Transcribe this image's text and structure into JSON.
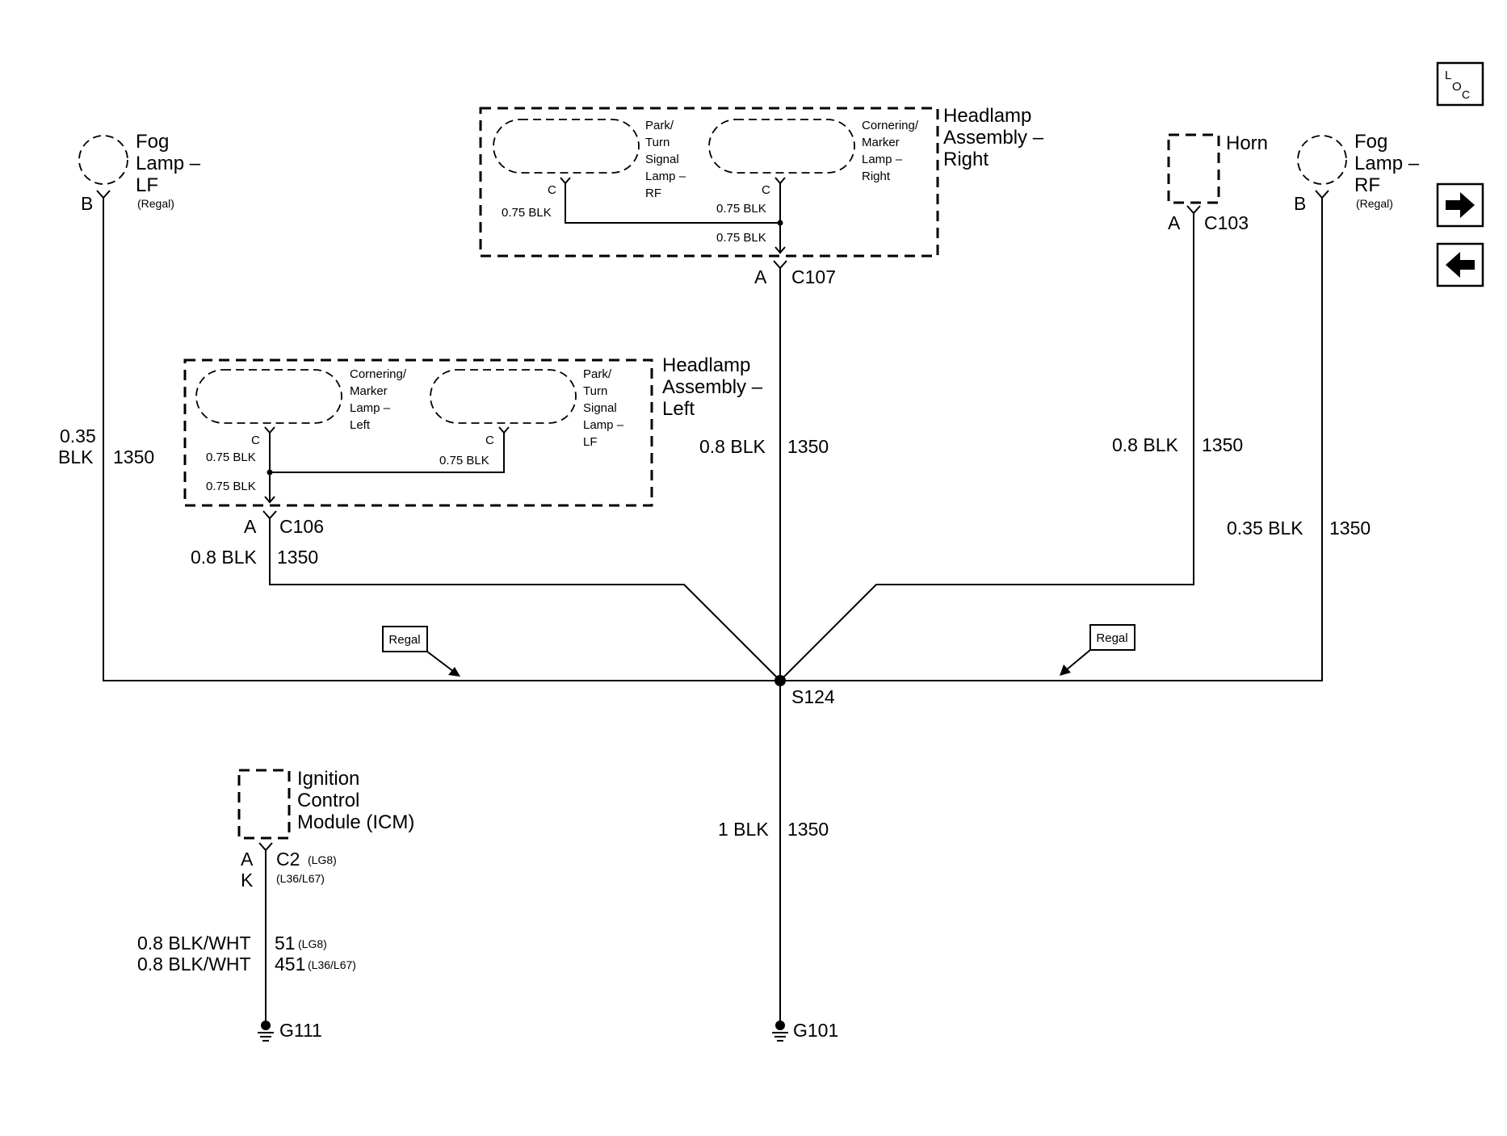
{
  "nav": {
    "loc_letters": [
      "L",
      "O",
      "C"
    ],
    "next_icon": "arrow-right-icon",
    "prev_icon": "arrow-left-icon"
  },
  "components": {
    "fog_lf": {
      "lines": [
        "Fog",
        "Lamp –",
        "LF"
      ],
      "note": "(Regal)",
      "pin": "B"
    },
    "fog_rf": {
      "lines": [
        "Fog",
        "Lamp –",
        "RF"
      ],
      "note": "(Regal)",
      "pin": "B"
    },
    "horn": {
      "name": "Horn",
      "pin": "A",
      "connector": "C103"
    },
    "headlamp_right": {
      "lines": [
        "Headlamp",
        "Assembly –",
        "Right"
      ],
      "lamp1": [
        "Park/",
        "Turn",
        "Signal",
        "Lamp –",
        "RF"
      ],
      "lamp2": [
        "Cornering/",
        "Marker",
        "Lamp –",
        "Right"
      ],
      "pin1": "C",
      "pin2": "C",
      "wire1": "0.75 BLK",
      "wire2": "0.75 BLK",
      "wire3": "0.75 BLK",
      "pin": "A",
      "connector": "C107"
    },
    "headlamp_left": {
      "lines": [
        "Headlamp",
        "Assembly –",
        "Left"
      ],
      "lamp1": [
        "Cornering/",
        "Marker",
        "Lamp –",
        "Left"
      ],
      "lamp2": [
        "Park/",
        "Turn",
        "Signal",
        "Lamp –",
        "LF"
      ],
      "pin1": "C",
      "pin2": "C",
      "wire1": "0.75 BLK",
      "wire2": "0.75 BLK",
      "wire3": "0.75 BLK",
      "pin": "A",
      "connector": "C106"
    },
    "icm": {
      "lines": [
        "Ignition",
        "Control",
        "Module (ICM)"
      ],
      "pin_a": "A",
      "pin_k": "K",
      "connector": "C2",
      "connector_note1": "(LG8)",
      "connector_note2": "(L36/L67)"
    }
  },
  "wires": {
    "fog_lf_gauge": [
      "0.35",
      "BLK"
    ],
    "fog_lf_circuit": "1350",
    "c106_gauge": "0.8 BLK",
    "c106_circuit": "1350",
    "c107_gauge": "0.8 BLK",
    "c107_circuit": "1350",
    "horn_gauge": "0.8 BLK",
    "horn_circuit": "1350",
    "fog_rf_gauge": "0.35 BLK",
    "fog_rf_circuit": "1350",
    "ground_gauge": "1 BLK",
    "ground_circuit": "1350",
    "icm_gauge1": "0.8 BLK/WHT",
    "icm_circuit1": "51",
    "icm_note1": "(LG8)",
    "icm_gauge2": "0.8 BLK/WHT",
    "icm_circuit2": "451",
    "icm_note2": "(L36/L67)"
  },
  "splice": "S124",
  "grounds": {
    "main": "G101",
    "icm": "G111"
  },
  "options": {
    "left_tag": "Regal",
    "right_tag": "Regal"
  }
}
